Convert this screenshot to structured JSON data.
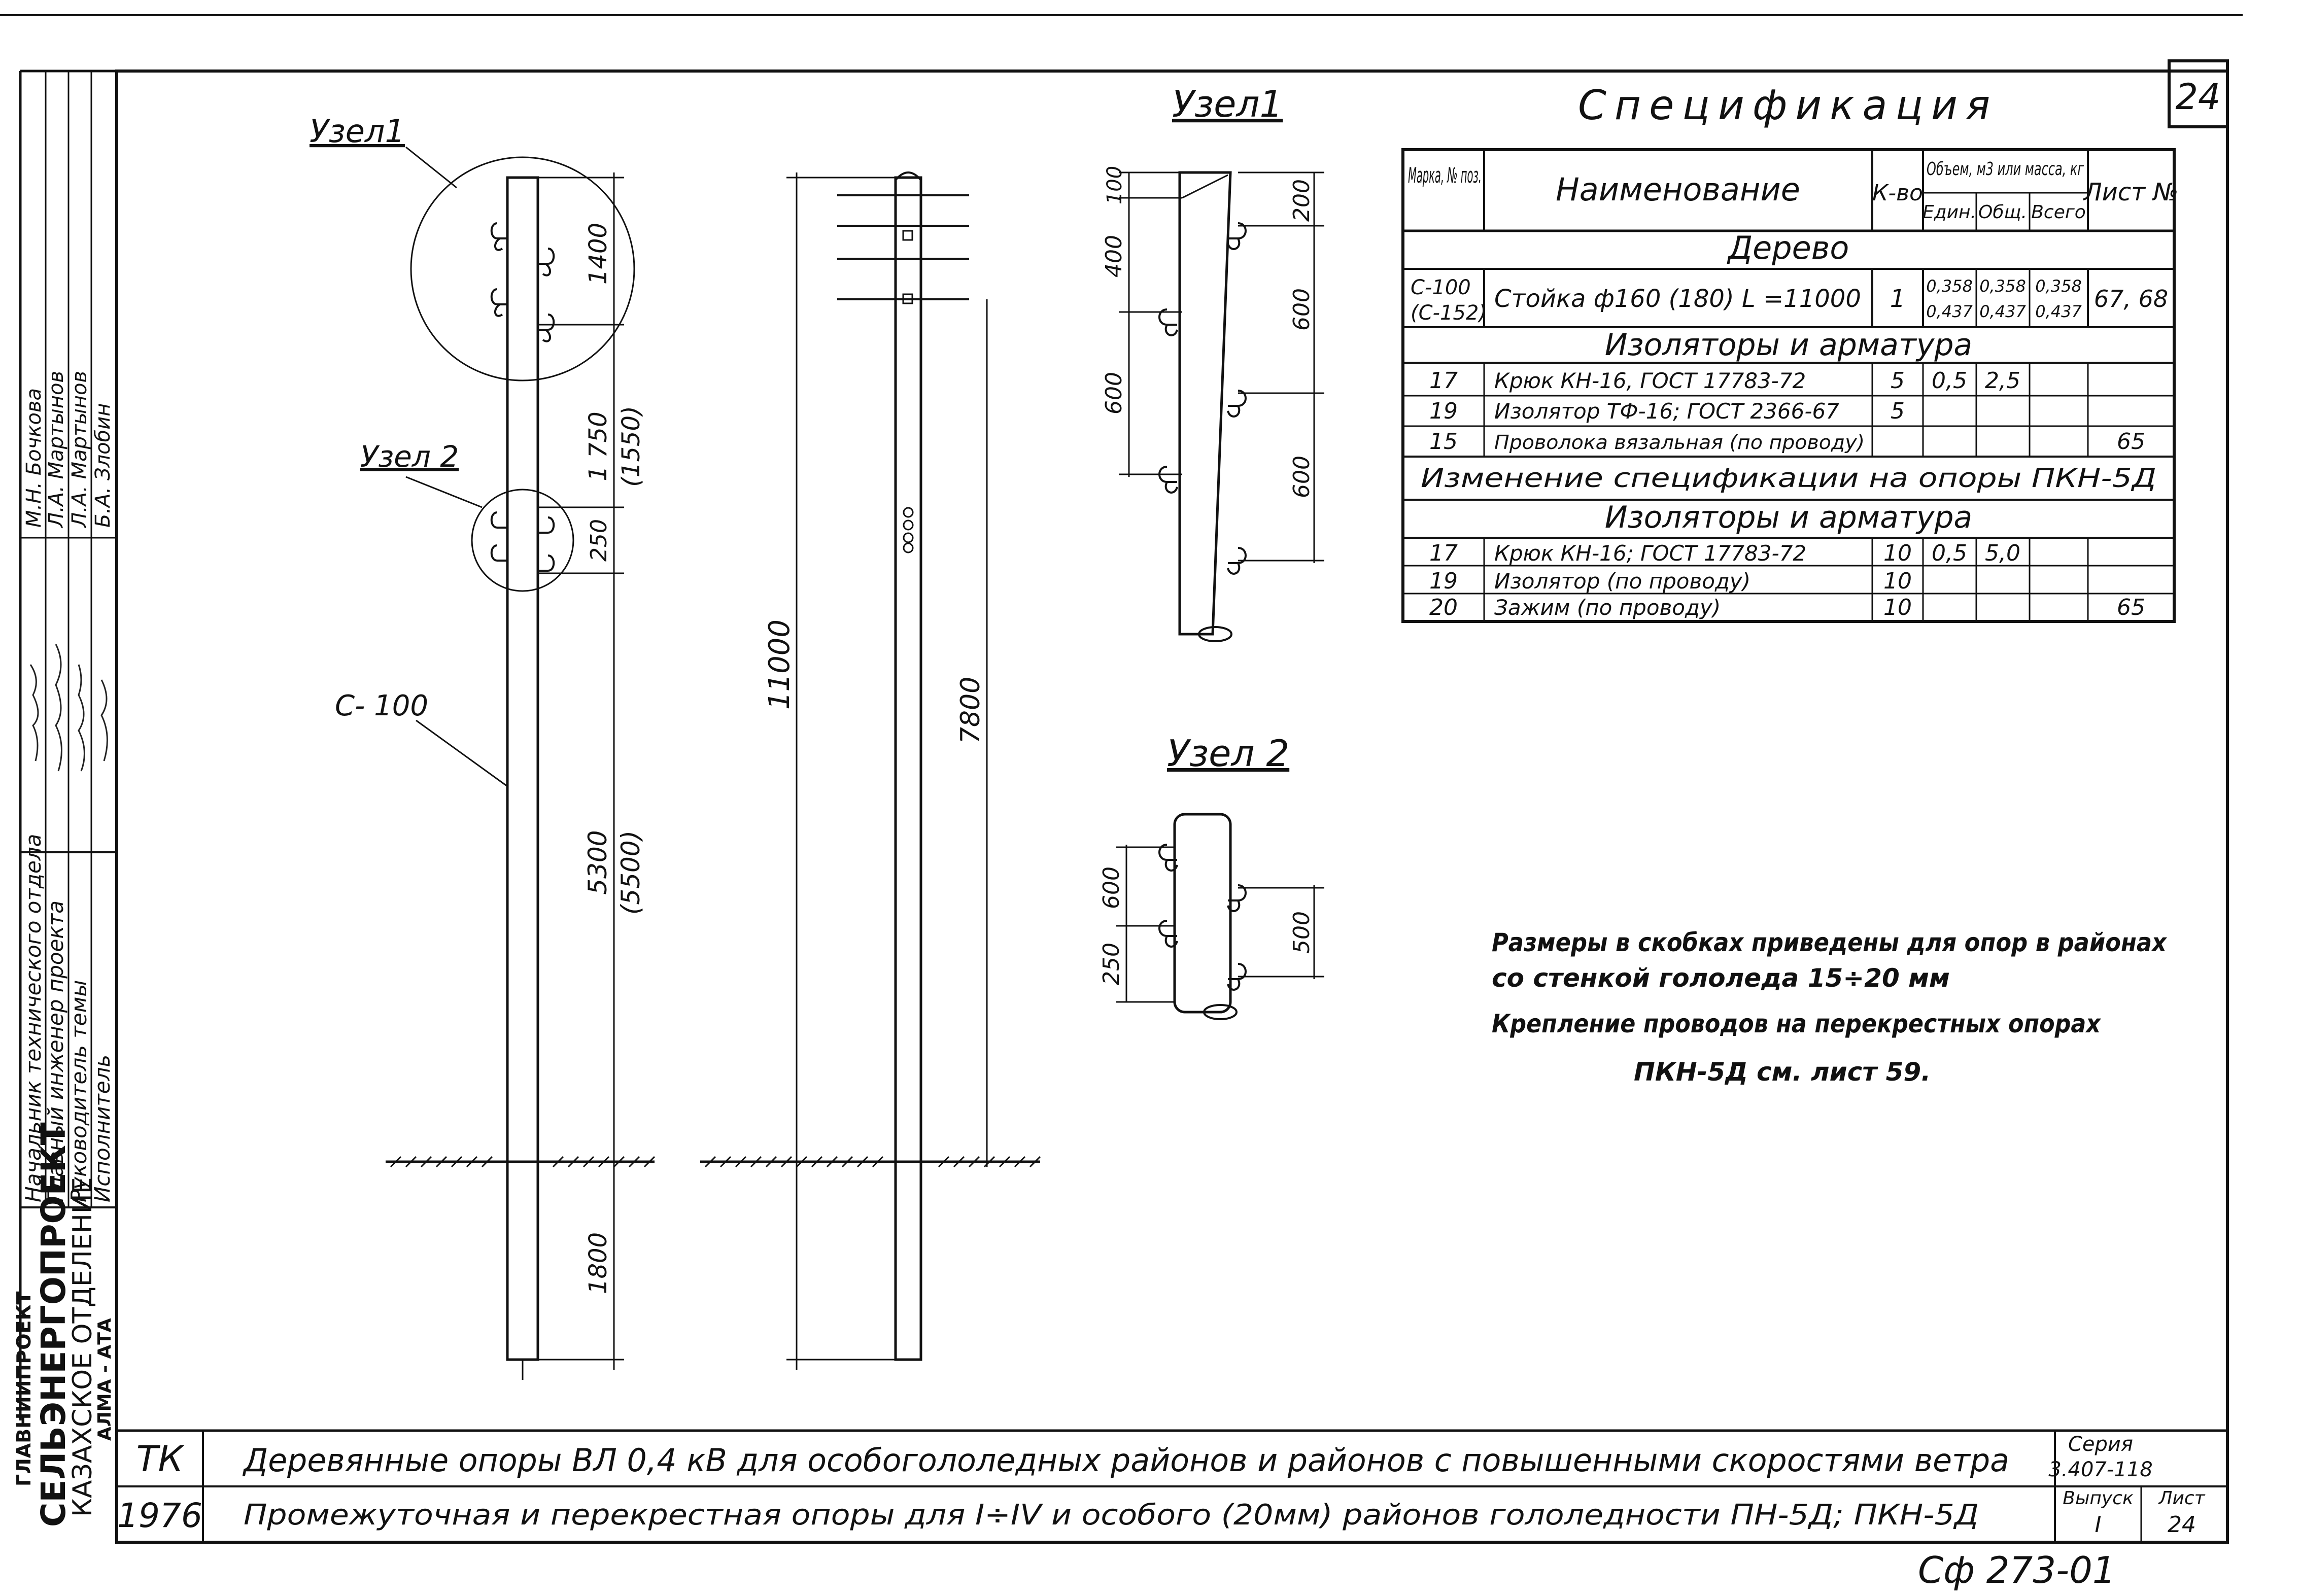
{
  "sheet_number": "24",
  "stamp": {
    "org_line1": "ГЛАВНИИПРОЕКТ",
    "org_line2": "СЕЛЬЭНЕРГОПРОЕКТ",
    "org_line3": "КАЗАХСКОЕ ОТДЕЛЕНИЕ",
    "org_line4": "АЛМА - АТА",
    "roles": [
      "Начальник технического отдела",
      "Главный инженер проекта",
      "Руководитель темы",
      "Исполнитель"
    ],
    "names": [
      "М.Н. Бочкова",
      "Л.А. Мартынов",
      "Л.А. Мартынов",
      "Б.А. Злобин"
    ]
  },
  "drawing": {
    "node1_label": "Узел1",
    "node2_label": "Узел 2",
    "pole_label": "С- 100",
    "dims_left": [
      "1400",
      "1 750",
      "(1550)",
      "250",
      "5300",
      "(5500)",
      "1800"
    ],
    "dims_mid": [
      "11000",
      "7800"
    ],
    "node1_dims": [
      "100",
      "400",
      "600",
      "200",
      "600",
      "600"
    ],
    "node2_dims": [
      "600",
      "250",
      "500"
    ]
  },
  "spec": {
    "title": "Спецификация",
    "headers": {
      "mark": "Марка, № поз.",
      "name": "Наименование",
      "qty": "К-во",
      "vol": "Объем, м3 или масса, кг",
      "unit": "Един.",
      "total1": "Общ.",
      "total2": "Всего",
      "sheet": "Лист №"
    },
    "section1": "Дерево",
    "rows1": [
      {
        "mark": "С-100",
        "mark2": "(С-152)",
        "name": "Стойка ф160 (180)  L =11000",
        "qty": "1",
        "unit": "0,358",
        "unit2": "0,437",
        "total1": "0,358",
        "total1b": "0,437",
        "total2": "0,358",
        "total2b": "0,437",
        "sheet": "67, 68"
      }
    ],
    "section2": "Изоляторы  и  арматура",
    "rows2": [
      {
        "mark": "17",
        "name": "Крюк КН-16,  ГОСТ 17783-72",
        "qty": "5",
        "unit": "0,5",
        "total1": "2,5",
        "total2": "",
        "sheet": ""
      },
      {
        "mark": "19",
        "name": "Изолятор ТФ-16; ГОСТ 2366-67",
        "qty": "5",
        "unit": "",
        "total1": "",
        "total2": "",
        "sheet": ""
      },
      {
        "mark": "15",
        "name": "Проволока вязальная  (по проводу)",
        "qty": "",
        "unit": "",
        "total1": "",
        "total2": "",
        "sheet": "65"
      }
    ],
    "change_title": "Изменение  спецификации  на  опоры ПКН-5Д",
    "section3": "Изоляторы  и  арматура",
    "rows3": [
      {
        "mark": "17",
        "name": "Крюк  КН-16;   ГОСТ 17783-72",
        "qty": "10",
        "unit": "0,5",
        "total1": "5,0",
        "total2": "",
        "sheet": ""
      },
      {
        "mark": "19",
        "name": "Изолятор  (по проводу)",
        "qty": "10",
        "unit": "",
        "total1": "",
        "total2": "",
        "sheet": ""
      },
      {
        "mark": "20",
        "name": "Зажим      (по проводу)",
        "qty": "10",
        "unit": "",
        "total1": "",
        "total2": "",
        "sheet": "65"
      }
    ]
  },
  "notes": [
    "Размеры  в  скобках  приведены  для  опор  в  районах",
    "со  стенкой  гололеда  15÷20 мм",
    "Крепление  проводов  на  перекрестных  опорах",
    "ПКН-5Д  см.  лист 59."
  ],
  "title_block": {
    "code1": "ТК",
    "title1": "Деревянные  опоры  ВЛ 0,4 кВ  для  особогололедных  районов  и  районов  с  повышенными  скоростями  ветра",
    "series_label": "Серия",
    "series_value": "3.407-118",
    "year": "1976",
    "title2": "Промежуточная  и  перекрестная   опоры   для  I÷IV  и  особого   (20мм)  районов   гололедности   ПН-5Д;  ПКН-5Д",
    "issue_label": "Выпуск",
    "issue_value": "I",
    "sheet_label": "Лист",
    "sheet_value": "24"
  },
  "archive_code": "Сф 273-01"
}
